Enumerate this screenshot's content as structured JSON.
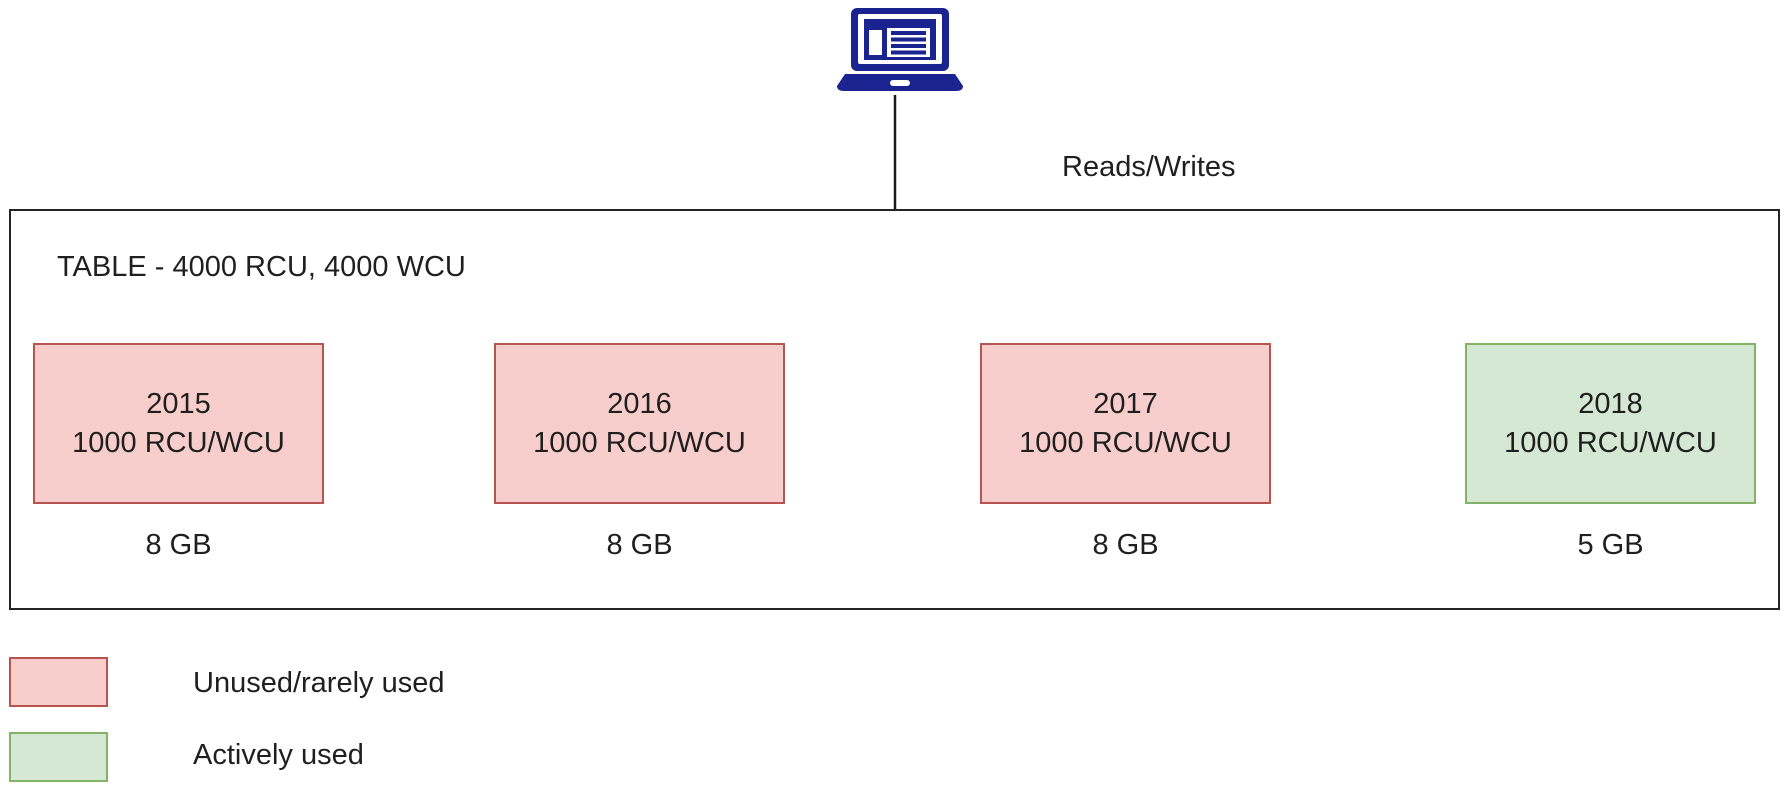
{
  "connector": {
    "label": "Reads/Writes"
  },
  "table": {
    "title": "TABLE - 4000 RCU, 4000 WCU",
    "partitions": [
      {
        "year": "2015",
        "capacity": "1000 RCU/WCU",
        "size": "8 GB",
        "status": "unused"
      },
      {
        "year": "2016",
        "capacity": "1000 RCU/WCU",
        "size": "8 GB",
        "status": "unused"
      },
      {
        "year": "2017",
        "capacity": "1000 RCU/WCU",
        "size": "8 GB",
        "status": "unused"
      },
      {
        "year": "2018",
        "capacity": "1000 RCU/WCU",
        "size": "5 GB",
        "status": "active"
      }
    ]
  },
  "legend": {
    "items": [
      {
        "label": "Unused/rarely used",
        "swatch": "unused"
      },
      {
        "label": "Actively used",
        "swatch": "active"
      }
    ]
  },
  "icons": {
    "client": "laptop-icon"
  },
  "colors": {
    "unused_fill": "#F8CECC",
    "unused_border": "#B85450",
    "active_fill": "#D5E8D4",
    "active_border": "#82B366",
    "laptop_blue": "#1A2390",
    "line_color": "#1a1a1a"
  }
}
